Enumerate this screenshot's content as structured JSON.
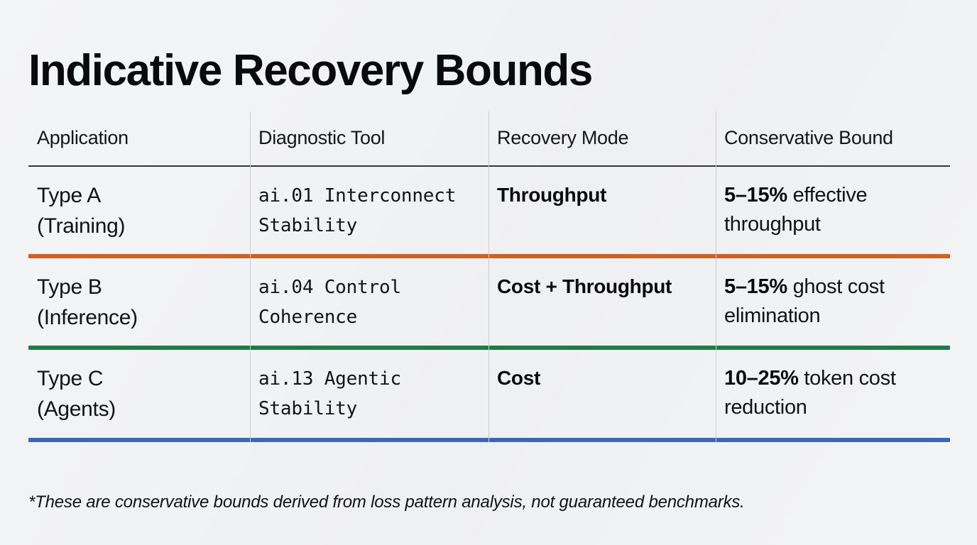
{
  "title": "Indicative Recovery Bounds",
  "table": {
    "columns": [
      {
        "key": "application",
        "label": "Application"
      },
      {
        "key": "diagnostic_tool",
        "label": "Diagnostic Tool"
      },
      {
        "key": "recovery_mode",
        "label": "Recovery Mode"
      },
      {
        "key": "conservative_bound",
        "label": "Conservative Bound"
      }
    ],
    "rows": [
      {
        "application": "Type A\n(Training)",
        "diagnostic_tool": "ai.01 Interconnect Stability",
        "recovery_mode": "Throughput",
        "bound_value": "5–15%",
        "bound_text": " effective throughput",
        "rule_color": "#d2601f"
      },
      {
        "application": "Type B\n(Inference)",
        "diagnostic_tool": "ai.04 Control Coherence",
        "recovery_mode": "Cost + Throughput",
        "bound_value": "5–15%",
        "bound_text": " ghost cost elimination",
        "rule_color": "#1f7a44"
      },
      {
        "application": "Type C\n(Agents)",
        "diagnostic_tool": "ai.13 Agentic Stability",
        "recovery_mode": "Cost",
        "bound_value": "10–25%",
        "bound_text": " token cost reduction",
        "rule_color": "#3a68b8"
      }
    ]
  },
  "footnote": "*These are conservative bounds derived from loss pattern analysis, not guaranteed benchmarks.",
  "colors": {
    "background": "#f2f3f5",
    "text": "#0d0d0f",
    "header_rule": "#33363c",
    "column_divider": "#c9ccd1",
    "accent_orange": "#d2601f",
    "accent_green": "#1f7a44",
    "accent_blue": "#3a68b8"
  }
}
